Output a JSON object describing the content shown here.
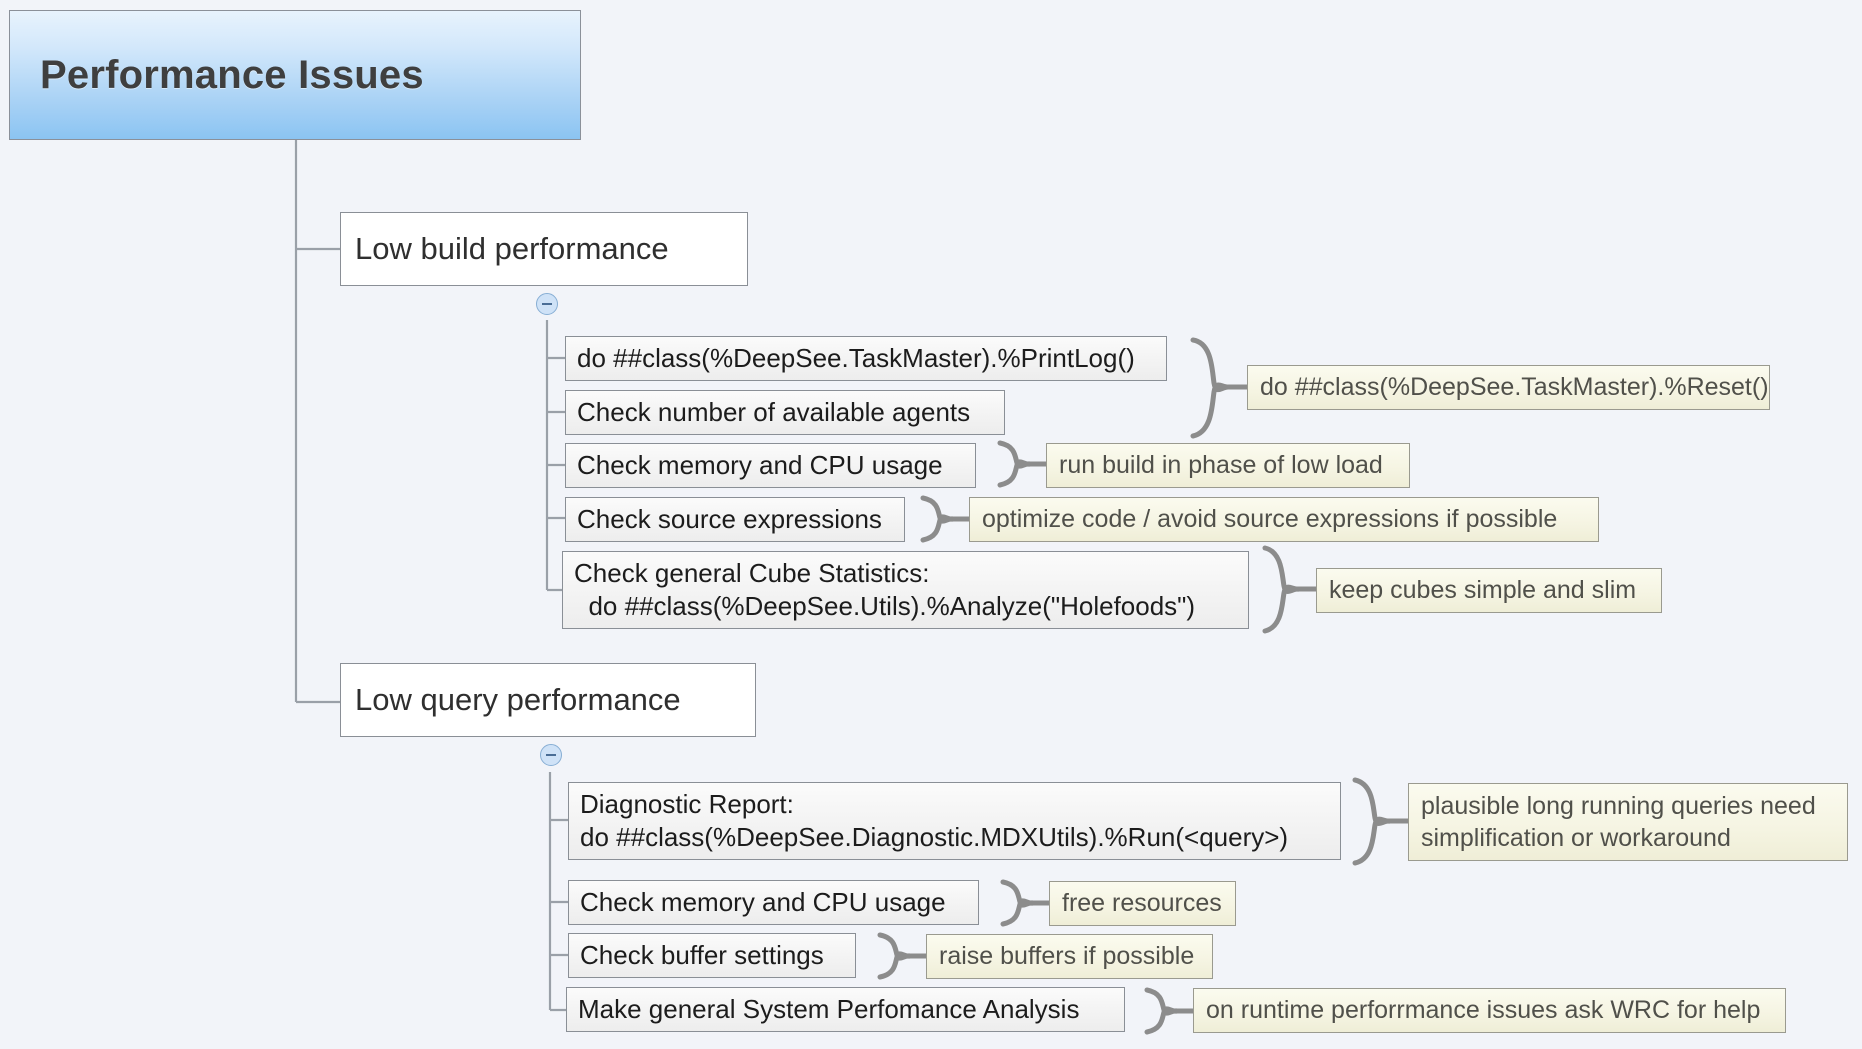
{
  "diagram": {
    "type": "mindmap",
    "title": "Performance Issues",
    "background_color": "#f2f4f9",
    "root": {
      "label": "Performance Issues",
      "style": "root",
      "fill": "#a9d2f5"
    },
    "branches": [
      {
        "label": "Low build performance",
        "style": "branch",
        "collapse_toggle": "minus",
        "children": [
          {
            "label": "do ##class(%DeepSee.TaskMaster).%PrintLog()",
            "style": "leaf",
            "note": {
              "label": "do ##class(%DeepSee.TaskMaster).%Reset()",
              "style": "note",
              "connector": "brace",
              "spans_children": 2
            }
          },
          {
            "label": "Check number of available agents",
            "style": "leaf"
          },
          {
            "label": "Check memory and CPU usage",
            "style": "leaf",
            "note": {
              "label": "run build in phase of low load",
              "style": "note",
              "connector": "brace"
            }
          },
          {
            "label": "Check source expressions",
            "style": "leaf",
            "note": {
              "label": "optimize code / avoid source expressions if possible",
              "style": "note",
              "connector": "brace"
            }
          },
          {
            "label": "Check general Cube Statistics:\n  do ##class(%DeepSee.Utils).%Analyze(\"Holefoods\")",
            "style": "leaf",
            "note": {
              "label": "keep cubes simple and slim",
              "style": "note",
              "connector": "brace"
            }
          }
        ]
      },
      {
        "label": "Low query performance",
        "style": "branch",
        "collapse_toggle": "minus",
        "children": [
          {
            "label": "Diagnostic Report:\ndo ##class(%DeepSee.Diagnostic.MDXUtils).%Run(<query>)",
            "style": "leaf",
            "note": {
              "label": "plausible long running queries need\nsimplification or workaround",
              "style": "note",
              "connector": "brace"
            }
          },
          {
            "label": "Check memory and CPU usage",
            "style": "leaf",
            "note": {
              "label": "free resources",
              "style": "note",
              "connector": "brace"
            }
          },
          {
            "label": "Check buffer settings",
            "style": "leaf",
            "note": {
              "label": "raise buffers if possible",
              "style": "note",
              "connector": "brace"
            }
          },
          {
            "label": "Make general System Perfomance Analysis",
            "style": "leaf",
            "note": {
              "label": "on runtime perforrmance issues ask WRC for help",
              "style": "note",
              "connector": "brace"
            }
          }
        ]
      }
    ]
  }
}
